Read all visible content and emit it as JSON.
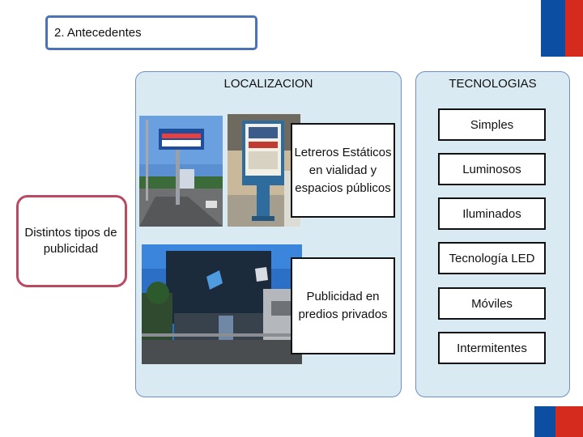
{
  "heading": "2. Antecedentes",
  "types_label": "Distintos tipos de publicidad",
  "localizacion": {
    "title": "LOCALIZACION",
    "items": [
      "Letreros Estáticos en vialidad y espacios públicos",
      "Publicidad en predios privados"
    ]
  },
  "tecnologias": {
    "title": "TECNOLOGIAS",
    "items": [
      "Simples",
      "Luminosos",
      "Iluminados",
      "Tecnología LED",
      "Móviles",
      "Intermitentes"
    ]
  },
  "colors": {
    "panel_fill": "#daeaf3",
    "panel_border": "#6d8fc7",
    "heading_border": "#4a72b4",
    "types_border": "#b94a62",
    "flag_blue": "#0b4ea2",
    "flag_red": "#d52b1e"
  }
}
